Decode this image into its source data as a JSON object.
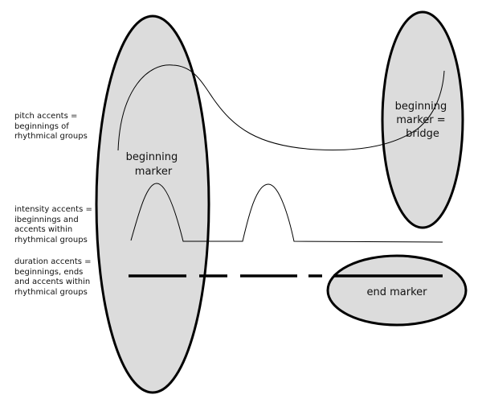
{
  "labels": {
    "pitch": [
      "pitch accents =",
      "beginnings of",
      "rhythmical groups"
    ],
    "intensity": [
      "intensity accents =",
      "ibeginnings and",
      "accents within",
      "rhythmical groups"
    ],
    "duration": [
      "duration accents =",
      "beginnings, ends",
      "and accents within",
      "rhythmical groups"
    ]
  },
  "markers": {
    "beginning": [
      "beginning",
      "marker"
    ],
    "bridge": [
      "beginning",
      "marker =",
      "bridge"
    ],
    "end": [
      "end marker"
    ]
  },
  "colors": {
    "marker_fill": "#dcdcdc",
    "stroke": "#000000"
  }
}
